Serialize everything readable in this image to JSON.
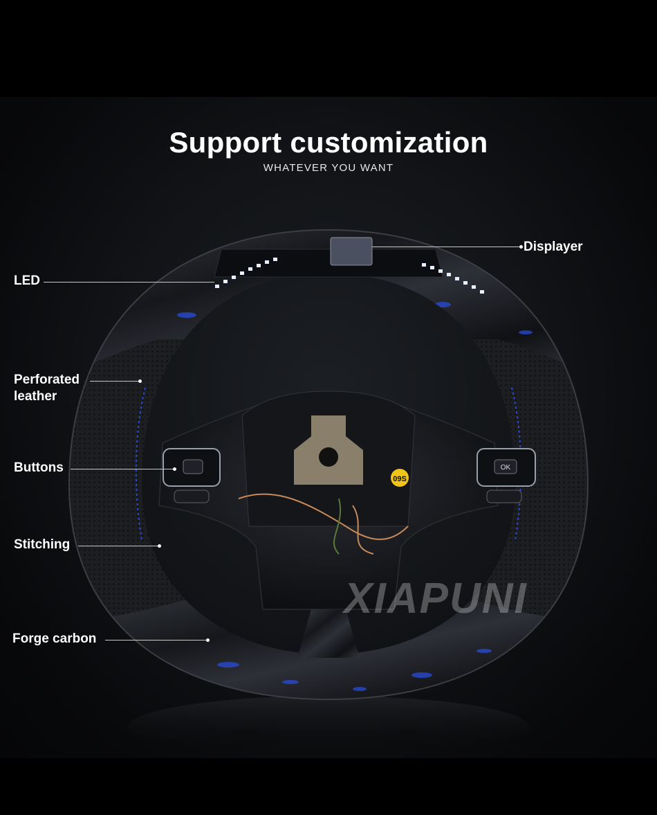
{
  "header": {
    "title": "Support customization",
    "subtitle": "WHATEVER YOU WANT"
  },
  "callouts": {
    "displayer": "Displayer",
    "led": "LED",
    "perforated_leather_line1": "Perforated",
    "perforated_leather_line2": "leather",
    "buttons": "Buttons",
    "stitching": "Stitching",
    "forge_carbon": "Forge carbon"
  },
  "watermark": "XIAPUNI",
  "wheel_text": {
    "ok_button": "OK",
    "badge": "09S"
  },
  "colors": {
    "background": "#000000",
    "accent_blue": "#2a4cd8",
    "leather": "#1b1c1f",
    "text": "#ffffff"
  }
}
